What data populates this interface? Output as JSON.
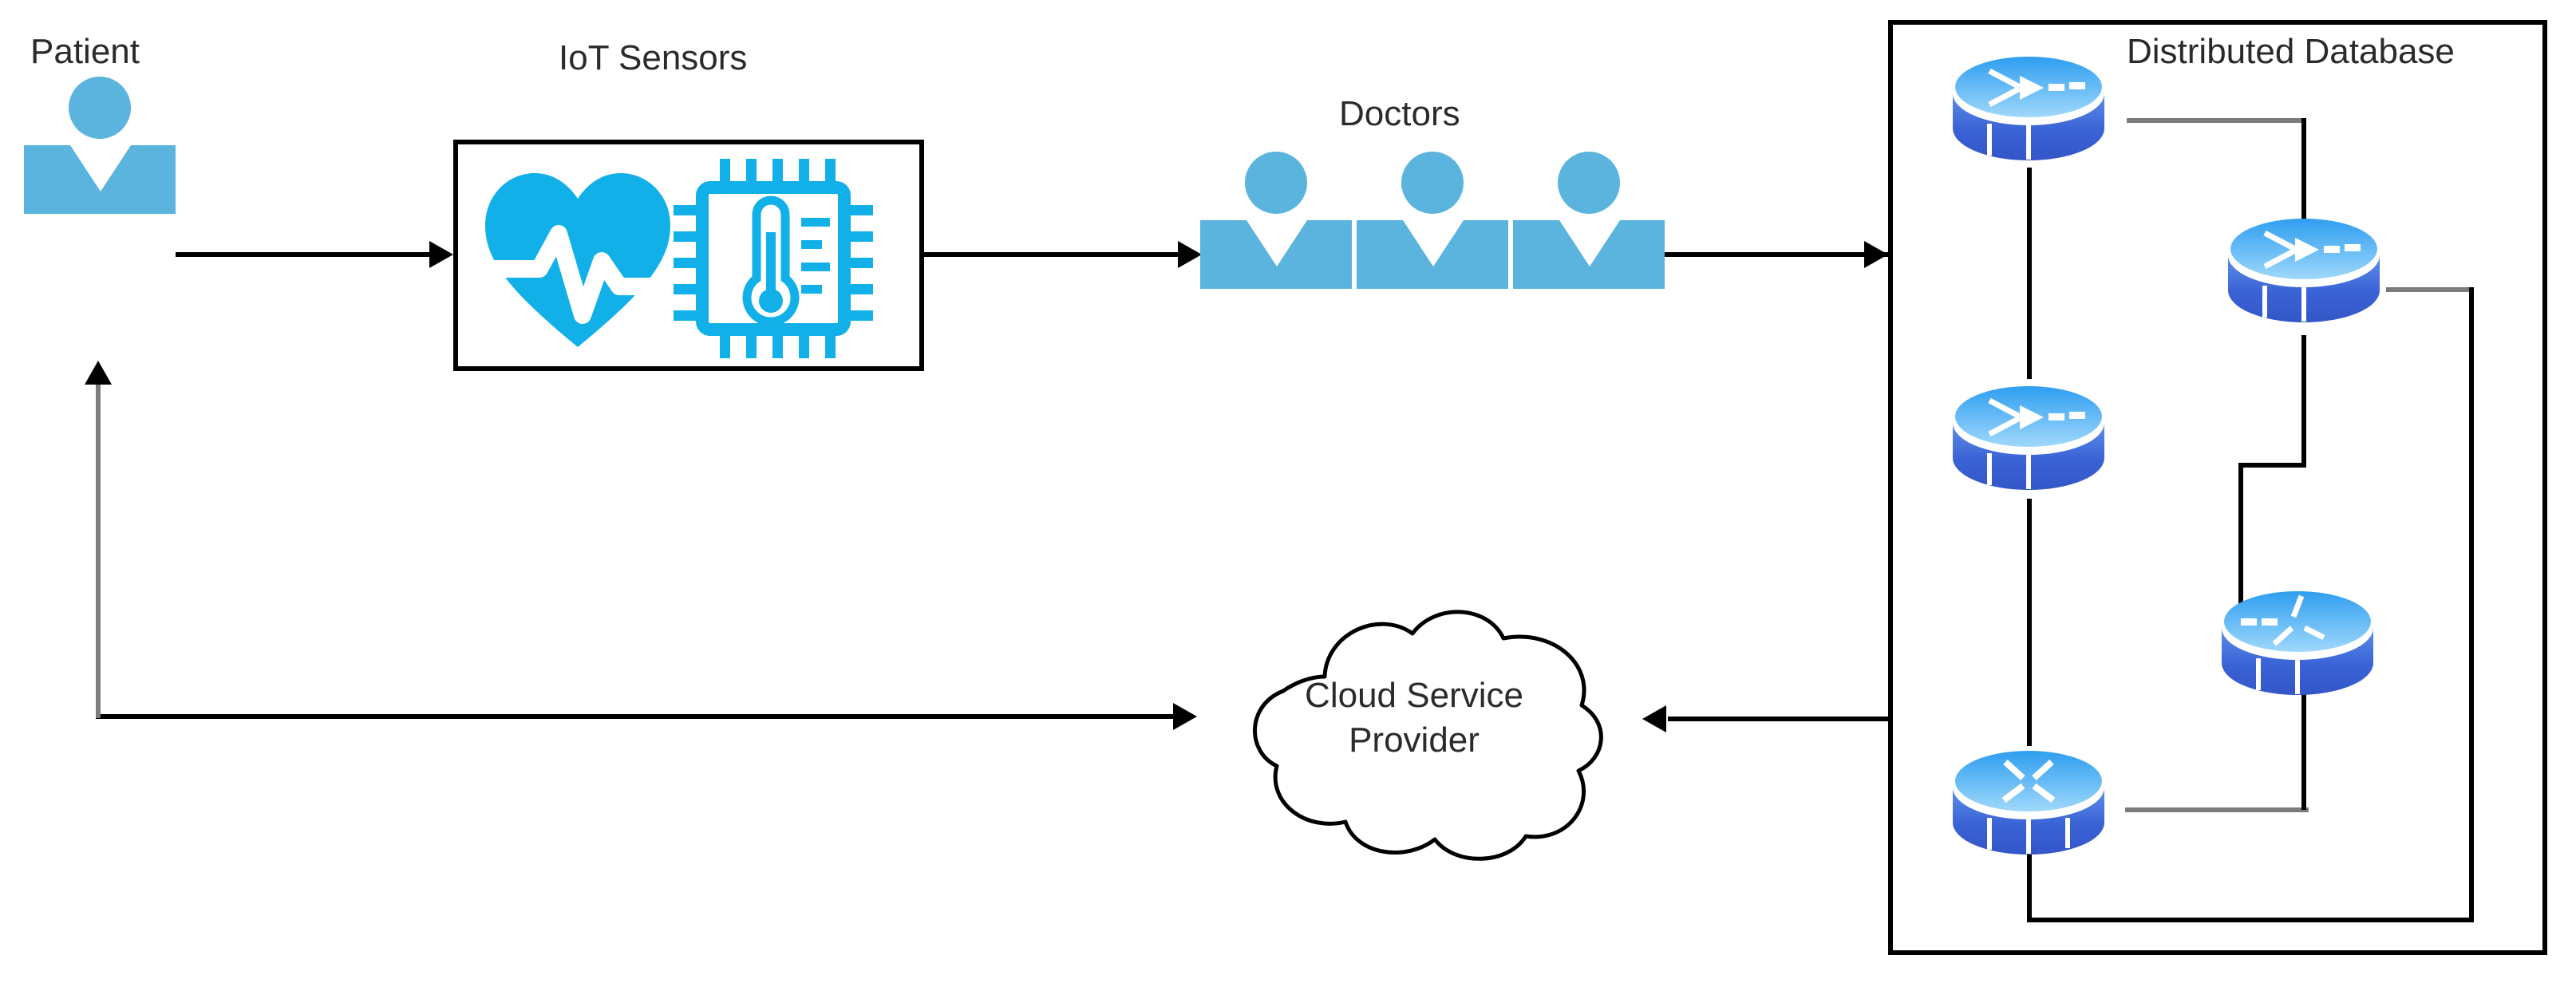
{
  "diagram": {
    "title": "IoT healthcare data flow with distributed database and cloud service provider",
    "type": "flow-diagram",
    "background_color": "#ffffff",
    "accent_color": "#5bb4dd",
    "icon_color": "#12b0e8",
    "line_color": "#000000",
    "gray_line_color": "#7b7b7b"
  },
  "nodes": {
    "patient": {
      "label": "Patient",
      "icon": "person-icon",
      "count": 1
    },
    "iot_sensors": {
      "label": "IoT Sensors",
      "icons": [
        "heart-pulse-icon",
        "chip-thermometer-icon"
      ],
      "border_color": "#000000"
    },
    "doctors": {
      "label": "Doctors",
      "icon": "person-icon",
      "count": 3
    },
    "distributed_database": {
      "label": "Distributed Database",
      "border_color": "#000000",
      "node_icon": "database-cylinder-icon",
      "node_count": 5,
      "nodes": [
        {
          "id": "db-node-1",
          "position": "top-left"
        },
        {
          "id": "db-node-2",
          "position": "upper-right"
        },
        {
          "id": "db-node-3",
          "position": "middle-left"
        },
        {
          "id": "db-node-4",
          "position": "lower-right"
        },
        {
          "id": "db-node-5",
          "position": "bottom-left"
        }
      ]
    },
    "cloud_service_provider": {
      "label_line_1": "Cloud Service",
      "label_line_2": "Provider",
      "shape": "cloud-icon"
    }
  },
  "edges": [
    {
      "from": "patient",
      "to": "iot_sensors",
      "arrow": "right"
    },
    {
      "from": "iot_sensors",
      "to": "doctors",
      "arrow": "right"
    },
    {
      "from": "doctors",
      "to": "distributed_database",
      "arrow": "right"
    },
    {
      "from": "distributed_database",
      "to": "cloud_service_provider",
      "arrow": "left"
    },
    {
      "from": "cloud_service_provider",
      "to": "patient",
      "arrow": "up"
    }
  ]
}
